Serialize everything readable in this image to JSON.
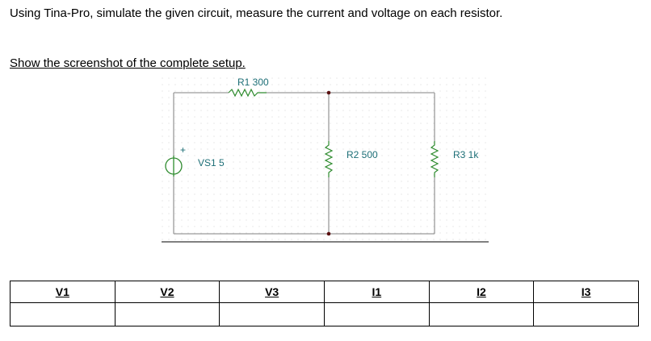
{
  "instructions": {
    "line1": "Using Tina-Pro, simulate the given circuit, measure the current and voltage on each resistor.",
    "line2": "Show the screenshot of the complete setup."
  },
  "circuit": {
    "r1_label": "R1 300",
    "r2_label": "R2 500",
    "r3_label": "R3 1k",
    "vs1_label": "VS1 5",
    "plus_sign": "+",
    "wire_color": "#9a9a9a",
    "resistor_color": "#2e8b2e",
    "label_color": "#1d6f77",
    "node_color": "#5a1010"
  },
  "table": {
    "headers": [
      "V1",
      "V2",
      "V3",
      "I1",
      "I2",
      "I3"
    ],
    "values": [
      "",
      "",
      "",
      "",
      "",
      ""
    ]
  }
}
